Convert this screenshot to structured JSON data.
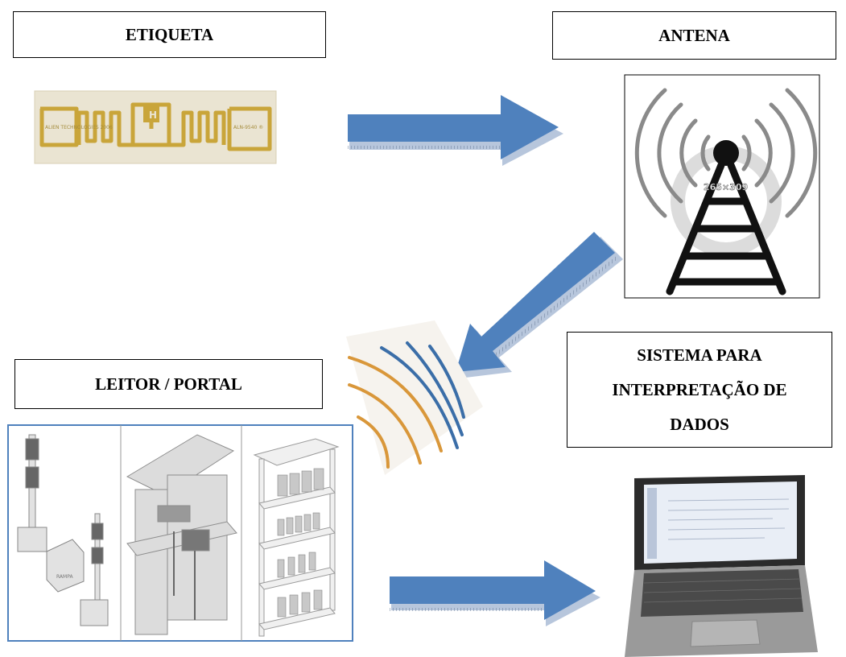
{
  "labels": {
    "etiqueta": "ETIQUETA",
    "antena": "ANTENA",
    "leitor": "LEITOR / PORTAL",
    "sistema_line1": "SISTEMA PARA",
    "sistema_line2": "INTERPRETAÇÃO DE",
    "sistema_line3": "DADOS"
  },
  "tag_image": {
    "printed_text_left": "ALIEN TECHNOLOGIES 2006",
    "printed_text_right": "ALN-9540 ®"
  },
  "antenna_image": {
    "watermark": "265×309"
  },
  "colors": {
    "arrow_blue": "#4f81bd",
    "arrow_shadow": "#b7c6dc",
    "tag_gold": "#c9a53a",
    "tag_bg": "#e9e3d0",
    "wave_orange": "#d9973a",
    "wave_blue": "#3b6ea8",
    "portal_frame": "#4f81bd"
  },
  "icons": [
    "rfid-tag-icon",
    "antenna-tower-icon",
    "radio-waves-icon",
    "reader-portal-icon",
    "laptop-icon",
    "arrow-right-icon",
    "arrow-down-left-icon"
  ]
}
